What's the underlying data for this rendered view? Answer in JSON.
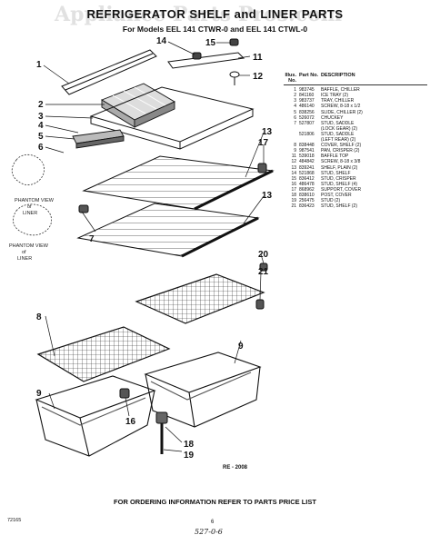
{
  "header": {
    "title": "REFRIGERATOR SHELF and LINER PARTS",
    "subtitle": "For Models EEL 141 CTWR-0 and EEL 141 CTWL-0",
    "watermark": "Appliance Parts Pros.com"
  },
  "callouts": [
    "1",
    "2",
    "3",
    "4",
    "5",
    "6",
    "7",
    "8",
    "9",
    "9",
    "11",
    "12",
    "13",
    "13",
    "14",
    "15",
    "16",
    "17",
    "18",
    "19",
    "20",
    "21"
  ],
  "view_labels": {
    "phantom_upper": [
      "PHANTOM VIEW",
      "of",
      "LINER"
    ],
    "phantom_lower": [
      "PHANTOM VIEW",
      "of",
      "LINER"
    ]
  },
  "parts_table": {
    "headers": {
      "no": "Illus. No.",
      "part": "Part No.",
      "desc": "DESCRIPTION"
    },
    "rows": [
      {
        "no": "1",
        "part": "983745",
        "desc": "BAFFLE, CHILLER"
      },
      {
        "no": "2",
        "part": "841160",
        "desc": "ICE TRAY (2)"
      },
      {
        "no": "3",
        "part": "983737",
        "desc": "TRAY, CHILLER"
      },
      {
        "no": "4",
        "part": "486140",
        "desc": "SCREW, 8-18 x 1/2"
      },
      {
        "no": "5",
        "part": "838256",
        "desc": "SLIDE, CHILLER (2)"
      },
      {
        "no": "6",
        "part": "526072",
        "desc": "CHUCKEY"
      },
      {
        "no": "7",
        "part": "527807",
        "desc": "STUD, SADDLE"
      },
      {
        "no": "",
        "part": "",
        "desc": "(LOCK GEAR) (2)"
      },
      {
        "no": "",
        "part": "521806",
        "desc": "STUD, SADDLE"
      },
      {
        "no": "",
        "part": "",
        "desc": "(LEFT REAR) (2)"
      },
      {
        "no": "8",
        "part": "838448",
        "desc": "COVER, SHELF (2)"
      },
      {
        "no": "9",
        "part": "987541",
        "desc": "PAN, CRISPER (2)"
      },
      {
        "no": "11",
        "part": "539018",
        "desc": "BAFFLE TOP"
      },
      {
        "no": "12",
        "part": "484842",
        "desc": "SCREW, 8-18 x 3/8"
      },
      {
        "no": "13",
        "part": "839241",
        "desc": "SHELF, PLAIN (2)"
      },
      {
        "no": "14",
        "part": "521868",
        "desc": "STUD, SHELF"
      },
      {
        "no": "15",
        "part": "836412",
        "desc": "STUD, CRISPER"
      },
      {
        "no": "16",
        "part": "486478",
        "desc": "STUD, SHELF (4)"
      },
      {
        "no": "17",
        "part": "868962",
        "desc": "SUPPORT, COVER"
      },
      {
        "no": "18",
        "part": "838610",
        "desc": "POST, COVER"
      },
      {
        "no": "19",
        "part": "256475",
        "desc": "STUD (2)"
      },
      {
        "no": "21",
        "part": "836423",
        "desc": "STUD, SHELF (2)"
      }
    ]
  },
  "diagram_code": "RE - 2008",
  "footer": {
    "order_note": "FOR ORDERING INFORMATION REFER TO PARTS PRICE LIST",
    "left_code": "72165",
    "page": "6",
    "handwritten": "527-0-6"
  }
}
